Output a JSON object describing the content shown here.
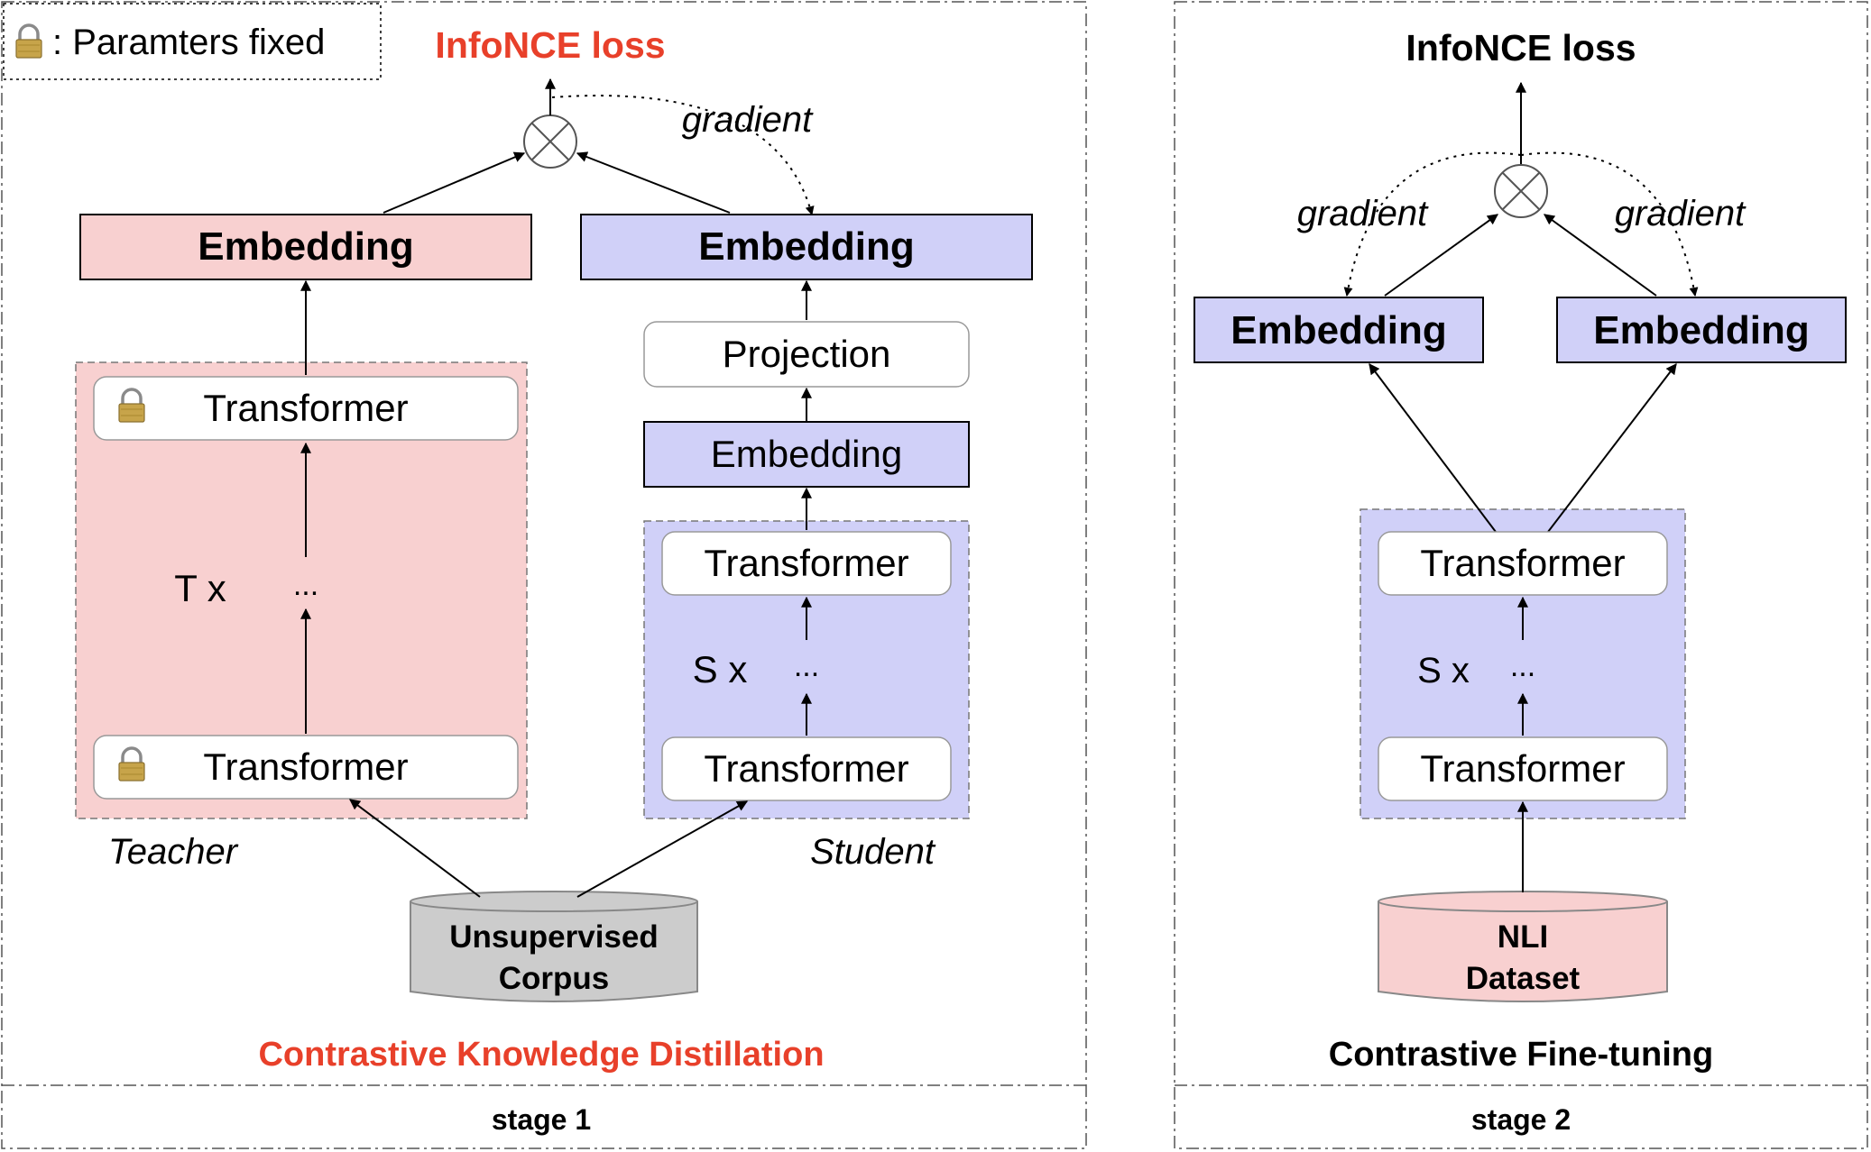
{
  "legend": {
    "text": ": Paramters fixed",
    "icon": "lock-icon"
  },
  "stage1": {
    "loss_title": "InfoNCE loss",
    "gradient_label": "gradient",
    "teacher": {
      "embedding": "Embedding",
      "transformer_top": "Transformer",
      "transformer_bottom": "Transformer",
      "repeat_label": "T x",
      "ellipsis": "...",
      "label": "Teacher"
    },
    "student": {
      "embedding_top": "Embedding",
      "projection": "Projection",
      "embedding_mid": "Embedding",
      "transformer_top": "Transformer",
      "transformer_bottom": "Transformer",
      "repeat_label": "S x",
      "ellipsis": "...",
      "label": "Student"
    },
    "corpus": {
      "line1": "Unsupervised",
      "line2": "Corpus"
    },
    "caption": "Contrastive Knowledge Distillation",
    "stage_label": "stage 1"
  },
  "stage2": {
    "loss_title": "InfoNCE loss",
    "gradient_left": "gradient",
    "gradient_right": "gradient",
    "embedding_left": "Embedding",
    "embedding_right": "Embedding",
    "transformer_top": "Transformer",
    "transformer_bottom": "Transformer",
    "repeat_label": "S x",
    "ellipsis": "...",
    "dataset": {
      "line1": "NLI",
      "line2": "Dataset"
    },
    "caption": "Contrastive Fine-tuning",
    "stage_label": "stage 2"
  },
  "colors": {
    "teacher_fill": "#f8d0d0",
    "student_fill": "#d0d0f8",
    "corpus_fill": "#cccccc",
    "dataset_fill": "#f8d0d0",
    "accent_red": "#e8402a"
  }
}
